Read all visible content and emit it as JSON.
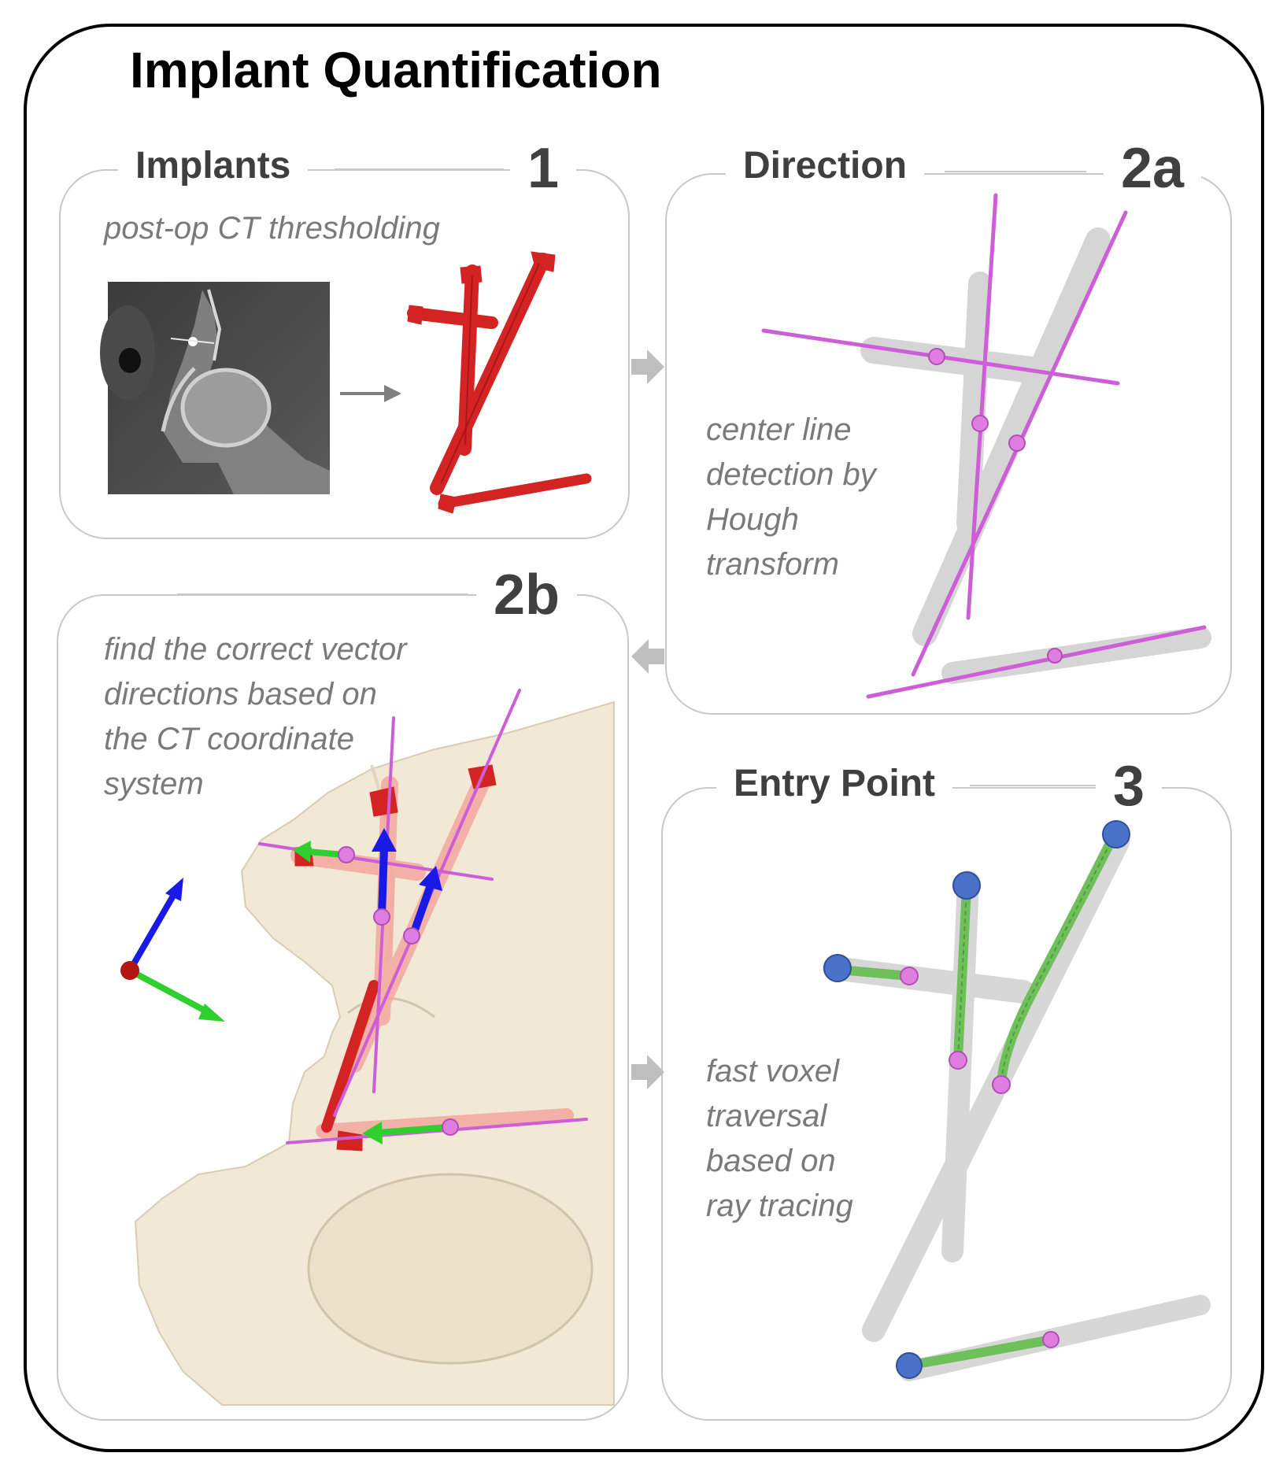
{
  "title": "Implant Quantification",
  "panels": {
    "implants": {
      "label": "Implants",
      "number": "1",
      "description": [
        "post-op CT thresholding"
      ]
    },
    "direction": {
      "label": "Direction",
      "number": "2a",
      "description": [
        "center line",
        "detection by",
        "Hough",
        "transform"
      ]
    },
    "vectors": {
      "label": "",
      "number": "2b",
      "description": [
        "find the correct vector",
        "directions based on",
        "the CT coordinate",
        "system"
      ]
    },
    "entry_point": {
      "label": "Entry Point",
      "number": "3",
      "description": [
        "fast voxel",
        "traversal",
        "based on",
        "ray tracing"
      ]
    }
  },
  "colors": {
    "implant_red": "#d42323",
    "hough_line_magenta": "#cc5fd6",
    "marker_pink": "#e07de0",
    "axis_blue": "#1a1ae6",
    "axis_green": "#2fcf2f",
    "path_green": "#6fbf5a",
    "entry_blue": "#4a72c8",
    "bone_beige": "#f1e8d6",
    "flow_arrow_gray": "#bfbfbf"
  }
}
